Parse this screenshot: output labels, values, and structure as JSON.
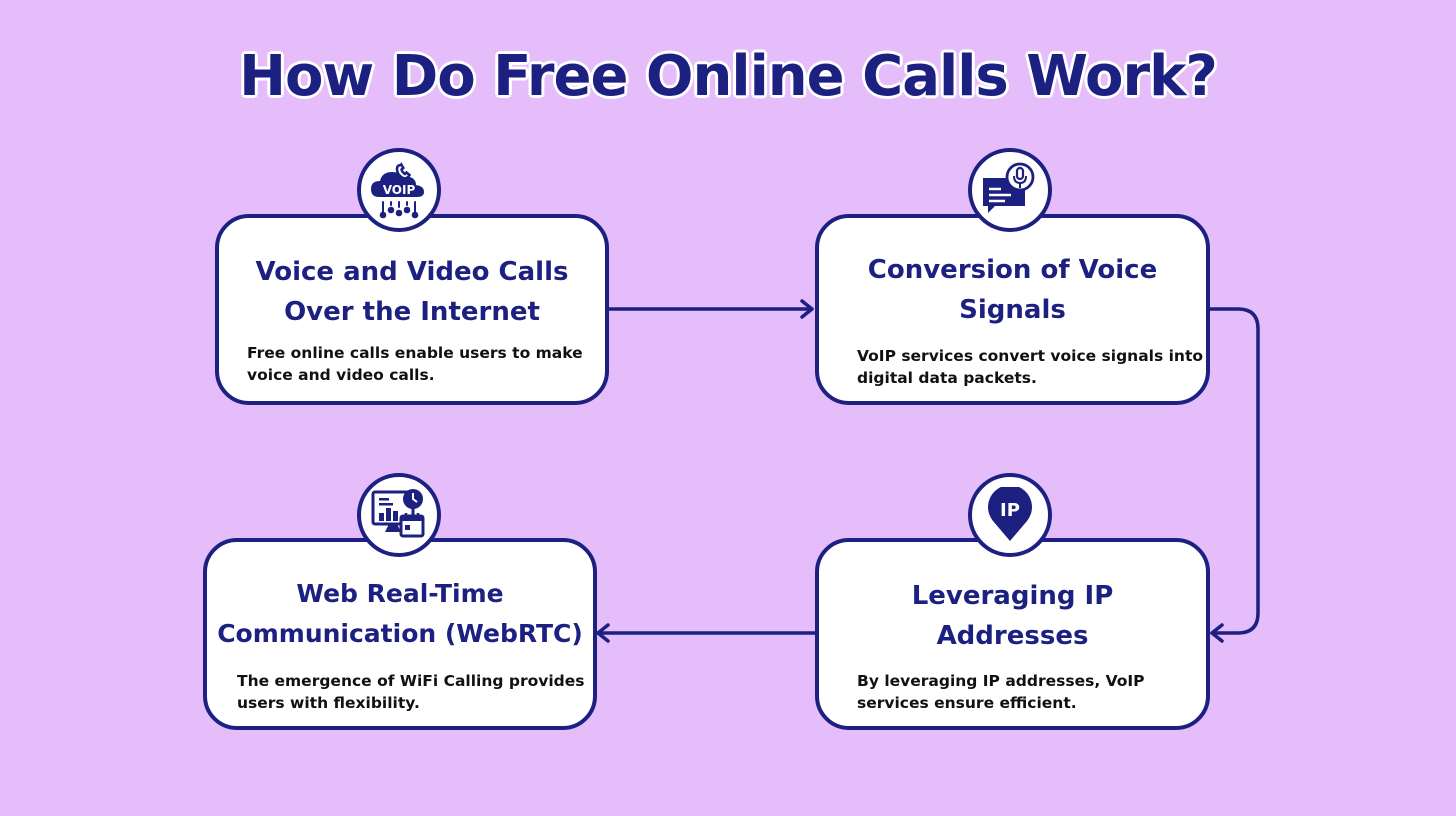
{
  "title": "How Do Free Online Calls Work?",
  "colors": {
    "background": "#e6bdfb",
    "primary": "#1c2080",
    "card_bg": "#ffffff",
    "body_text": "#111111"
  },
  "steps": [
    {
      "icon": "voip-cloud-icon",
      "icon_label": "VOIP",
      "title": "Voice and Video Calls\nOver the Internet",
      "description": "Free online calls enable users to make\nvoice and video calls."
    },
    {
      "icon": "voice-message-icon",
      "title": "Conversion of Voice\nSignals",
      "description": "VoIP services convert voice signals into\ndigital data packets."
    },
    {
      "icon": "ip-location-pin-icon",
      "icon_label": "IP",
      "title": "Leveraging IP\nAddresses",
      "description": "By leveraging IP addresses, VoIP\nservices ensure efficient."
    },
    {
      "icon": "monitor-dashboard-icon",
      "title": "Web Real-Time\nCommunication (WebRTC)",
      "description": "The emergence of WiFi Calling provides\nusers with flexibility."
    }
  ],
  "flow": [
    "step1 -> step2",
    "step2 -> step3",
    "step3 -> step4"
  ]
}
